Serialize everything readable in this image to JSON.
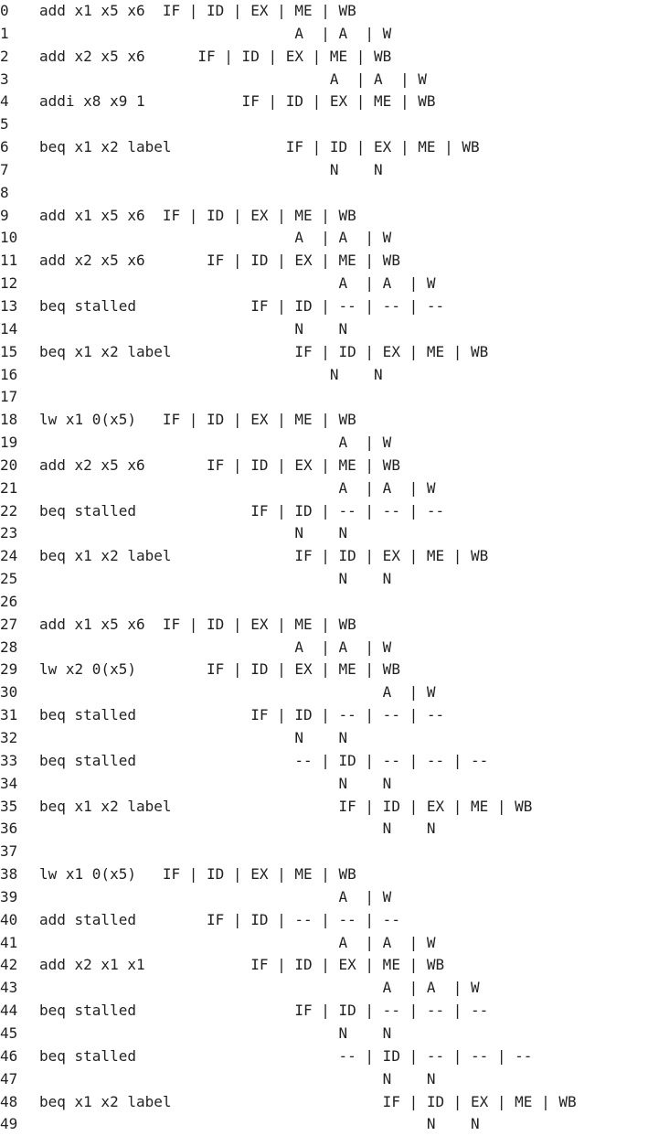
{
  "document": {
    "lines": [
      {
        "n": "0",
        "text": "add x1 x5 x6  IF | ID | EX | ME | WB"
      },
      {
        "n": "1",
        "text": "                             A  | A  | W"
      },
      {
        "n": "2",
        "text": "add x2 x5 x6      IF | ID | EX | ME | WB"
      },
      {
        "n": "3",
        "text": "                                 A  | A  | W"
      },
      {
        "n": "4",
        "text": "addi x8 x9 1           IF | ID | EX | ME | WB"
      },
      {
        "n": "5",
        "text": ""
      },
      {
        "n": "6",
        "text": "beq x1 x2 label             IF | ID | EX | ME | WB"
      },
      {
        "n": "7",
        "text": "                                 N    N"
      },
      {
        "n": "8",
        "text": ""
      },
      {
        "n": "9",
        "text": "add x1 x5 x6  IF | ID | EX | ME | WB"
      },
      {
        "n": "10",
        "text": "                             A  | A  | W"
      },
      {
        "n": "11",
        "text": "add x2 x5 x6       IF | ID | EX | ME | WB"
      },
      {
        "n": "12",
        "text": "                                  A  | A  | W"
      },
      {
        "n": "13",
        "text": "beq stalled             IF | ID | -- | -- | --"
      },
      {
        "n": "14",
        "text": "                             N    N"
      },
      {
        "n": "15",
        "text": "beq x1 x2 label              IF | ID | EX | ME | WB"
      },
      {
        "n": "16",
        "text": "                                 N    N"
      },
      {
        "n": "17",
        "text": ""
      },
      {
        "n": "18",
        "text": "lw x1 0(x5)   IF | ID | EX | ME | WB"
      },
      {
        "n": "19",
        "text": "                                  A  | W"
      },
      {
        "n": "20",
        "text": "add x2 x5 x6       IF | ID | EX | ME | WB"
      },
      {
        "n": "21",
        "text": "                                  A  | A  | W"
      },
      {
        "n": "22",
        "text": "beq stalled             IF | ID | -- | -- | --"
      },
      {
        "n": "23",
        "text": "                             N    N"
      },
      {
        "n": "24",
        "text": "beq x1 x2 label              IF | ID | EX | ME | WB"
      },
      {
        "n": "25",
        "text": "                                  N    N"
      },
      {
        "n": "26",
        "text": ""
      },
      {
        "n": "27",
        "text": "add x1 x5 x6  IF | ID | EX | ME | WB"
      },
      {
        "n": "28",
        "text": "                             A  | A  | W"
      },
      {
        "n": "29",
        "text": "lw x2 0(x5)        IF | ID | EX | ME | WB"
      },
      {
        "n": "30",
        "text": "                                       A  | W"
      },
      {
        "n": "31",
        "text": "beq stalled             IF | ID | -- | -- | --"
      },
      {
        "n": "32",
        "text": "                             N    N"
      },
      {
        "n": "33",
        "text": "beq stalled                  -- | ID | -- | -- | --"
      },
      {
        "n": "34",
        "text": "                                  N    N"
      },
      {
        "n": "35",
        "text": "beq x1 x2 label                   IF | ID | EX | ME | WB"
      },
      {
        "n": "36",
        "text": "                                       N    N"
      },
      {
        "n": "37",
        "text": ""
      },
      {
        "n": "38",
        "text": "lw x1 0(x5)   IF | ID | EX | ME | WB"
      },
      {
        "n": "39",
        "text": "                                  A  | W"
      },
      {
        "n": "40",
        "text": "add stalled        IF | ID | -- | -- | --"
      },
      {
        "n": "41",
        "text": "                                  A  | A  | W"
      },
      {
        "n": "42",
        "text": "add x2 x1 x1            IF | ID | EX | ME | WB"
      },
      {
        "n": "43",
        "text": "                                       A  | A  | W"
      },
      {
        "n": "44",
        "text": "beq stalled                  IF | ID | -- | -- | --"
      },
      {
        "n": "45",
        "text": "                                  N    N"
      },
      {
        "n": "46",
        "text": "beq stalled                       -- | ID | -- | -- | --"
      },
      {
        "n": "47",
        "text": "                                       N    N"
      },
      {
        "n": "48",
        "text": "beq x1 x2 label                        IF | ID | EX | ME | WB"
      },
      {
        "n": "49",
        "text": "                                            N    N"
      }
    ]
  }
}
